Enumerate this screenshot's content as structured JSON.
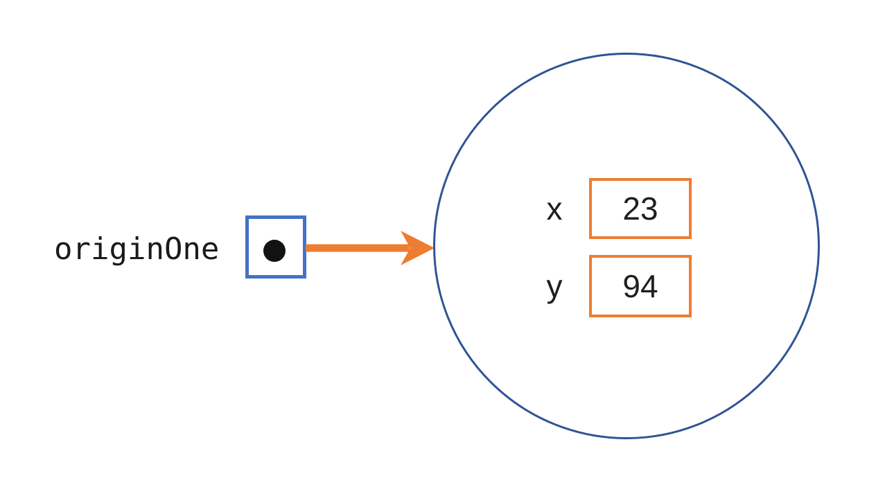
{
  "variable": {
    "name": "originOne"
  },
  "object": {
    "attributes": [
      {
        "name": "x",
        "value": "23"
      },
      {
        "name": "y",
        "value": "94"
      }
    ]
  },
  "colors": {
    "background": "#FFFFFF",
    "reference_box_border": "#4472C4",
    "reference_dot": "#121212",
    "arrow": "#ED7D31",
    "object_circle_border": "#2E5494",
    "attribute_box_border": "#ED7D31",
    "text": "#1F1F1F"
  }
}
